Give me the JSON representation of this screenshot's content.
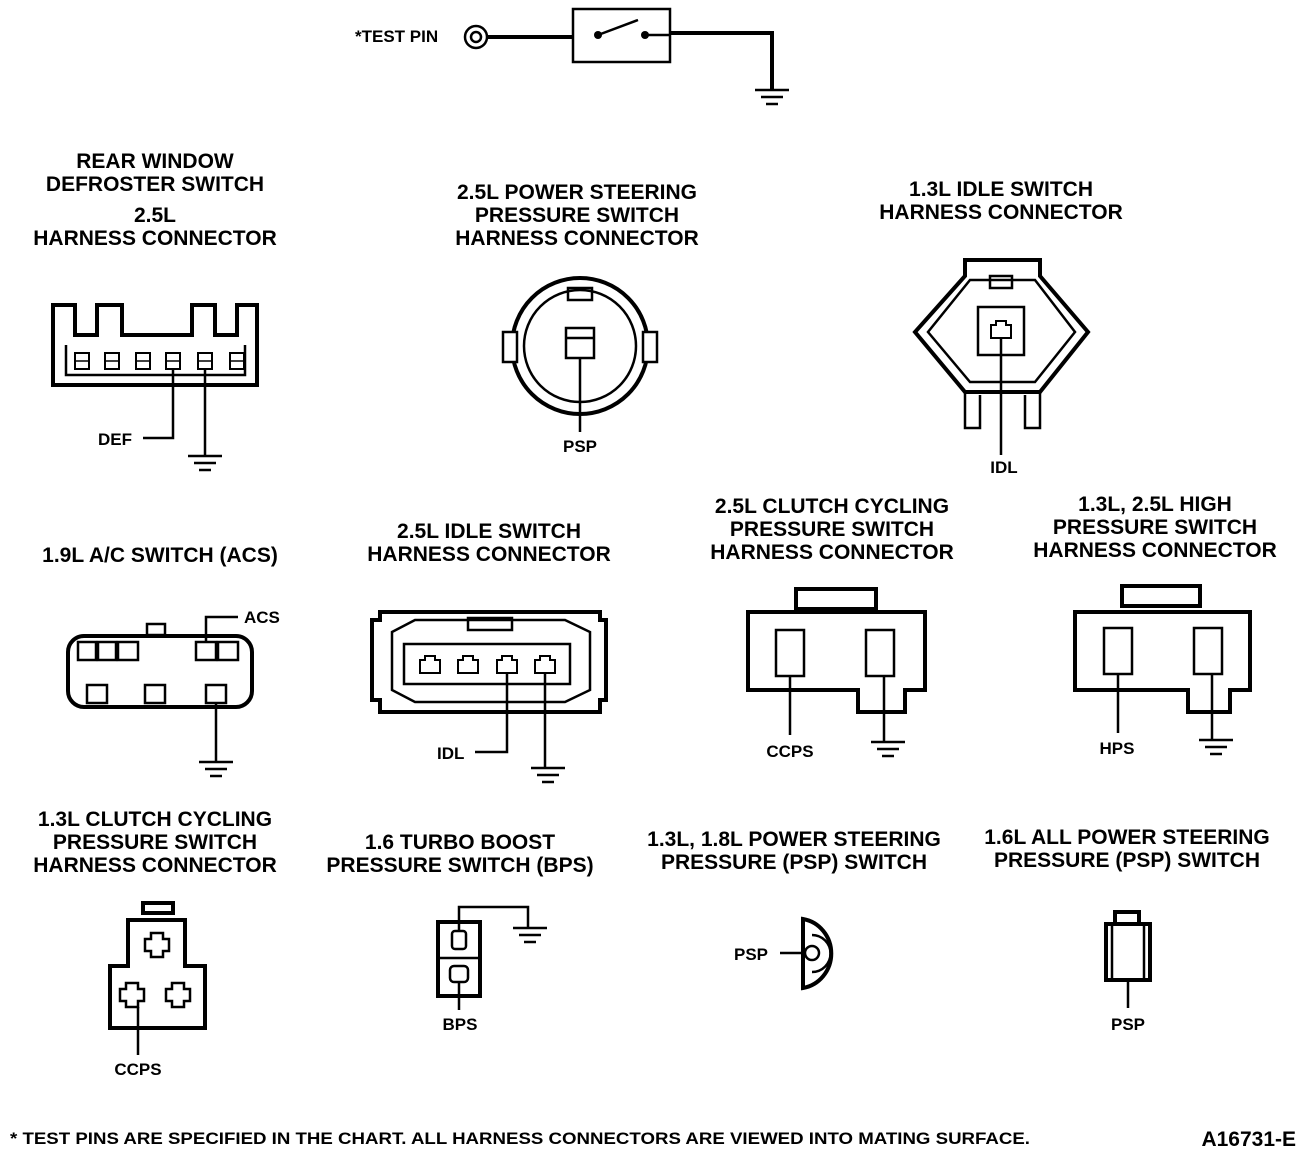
{
  "test_circuit": {
    "label": "*TEST PIN"
  },
  "connectors": [
    {
      "id": "rear-window-defroster",
      "title": [
        "REAR WINDOW",
        "DEFROSTER SWITCH",
        "2.5L",
        "HARNESS CONNECTOR"
      ],
      "pin_label": "DEF"
    },
    {
      "id": "psp-2-5l",
      "title": [
        "2.5L POWER STEERING",
        "PRESSURE SWITCH",
        "HARNESS CONNECTOR"
      ],
      "pin_label": "PSP"
    },
    {
      "id": "idle-1-3l",
      "title": [
        "1.3L IDLE SWITCH",
        "HARNESS CONNECTOR"
      ],
      "pin_label": "IDL"
    },
    {
      "id": "ac-1-9l",
      "title": [
        "1.9L A/C SWITCH (ACS)"
      ],
      "pin_label": "ACS"
    },
    {
      "id": "idle-2-5l",
      "title": [
        "2.5L IDLE SWITCH",
        "HARNESS CONNECTOR"
      ],
      "pin_label": "IDL"
    },
    {
      "id": "ccps-2-5l",
      "title": [
        "2.5L CLUTCH CYCLING",
        "PRESSURE SWITCH",
        "HARNESS CONNECTOR"
      ],
      "pin_label": "CCPS"
    },
    {
      "id": "hps-1-3l-2-5l",
      "title": [
        "1.3L, 2.5L HIGH",
        "PRESSURE SWITCH",
        "HARNESS CONNECTOR"
      ],
      "pin_label": "HPS"
    },
    {
      "id": "ccps-1-3l",
      "title": [
        "1.3L CLUTCH CYCLING",
        "PRESSURE SWITCH",
        "HARNESS CONNECTOR"
      ],
      "pin_label": "CCPS"
    },
    {
      "id": "bps-1-6-turbo",
      "title": [
        "1.6 TURBO BOOST",
        "PRESSURE SWITCH (BPS)"
      ],
      "pin_label": "BPS"
    },
    {
      "id": "psp-1-3l-1-8l",
      "title": [
        "1.3L, 1.8L POWER STEERING",
        "PRESSURE (PSP) SWITCH"
      ],
      "pin_label": "PSP"
    },
    {
      "id": "psp-1-6l-all",
      "title": [
        "1.6L ALL POWER STEERING",
        "PRESSURE (PSP) SWITCH"
      ],
      "pin_label": "PSP"
    }
  ],
  "footnote": "* TEST PINS ARE SPECIFIED IN THE CHART. ALL HARNESS CONNECTORS ARE VIEWED INTO MATING SURFACE.",
  "figure_id": "A16731-E"
}
